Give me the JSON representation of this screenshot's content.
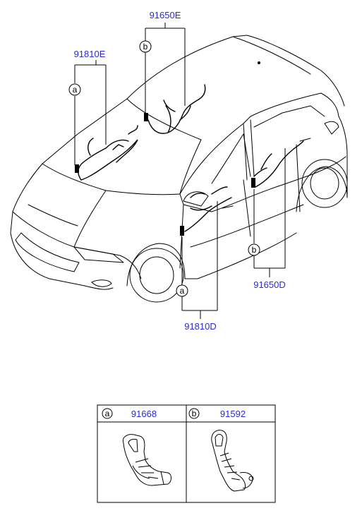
{
  "diagram": {
    "labels": {
      "front_door_harness": "91810E",
      "rear_door_harness_upper": "91650E",
      "front_lower_harness": "91810D",
      "rear_door_harness_lower": "91650D"
    },
    "callouts": {
      "a": "a",
      "b": "b"
    }
  },
  "parts_table": {
    "columns": [
      {
        "letter": "a",
        "part_number": "91668"
      },
      {
        "letter": "b",
        "part_number": "91592"
      }
    ]
  },
  "colors": {
    "part_number_text": "#2a2ad6",
    "line_art": "#000000",
    "background": "#ffffff"
  }
}
